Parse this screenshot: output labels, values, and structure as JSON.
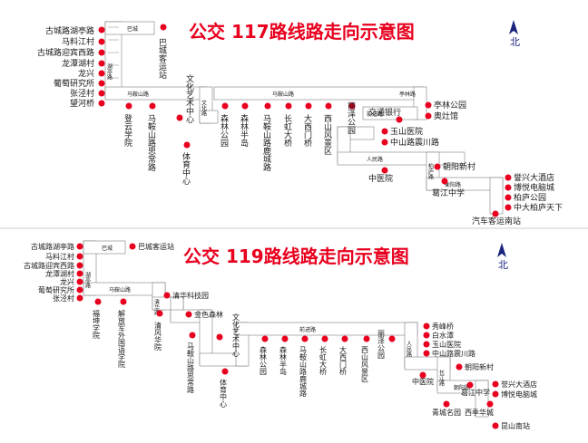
{
  "map117": {
    "title": "公交 117路线路走向示意图",
    "north": "北",
    "left_stops": [
      "古城路湖亭路",
      "马料江村",
      "古城路迎宾西路",
      "龙潭湖村",
      "龙兴",
      "葡萄研究所",
      "张泾村",
      "望河桥"
    ],
    "top_stop": "巴城客运站",
    "bottom_stops": [
      "登云学院",
      "马鞍山路思常路",
      "文化艺术中心",
      "体育中心",
      "森林公园",
      "森林半岛",
      "马鞍山路鹿城路",
      "长虹大桥",
      "大西门桥",
      "西山风景区",
      "丽泽公园"
    ],
    "right_stops": [
      "亭林公园",
      "奥灶馆",
      "交通银行",
      "玉山医院",
      "中山路震川路",
      "中医院",
      "朝阳新村",
      "葛江中学",
      "誉兴大酒店",
      "博悦电脑城",
      "柏庐公园",
      "中大柏庐天下",
      "汽车客运南站"
    ],
    "roads": [
      "湖亭路",
      "巴城",
      "马鞍山路",
      "马鞍山路",
      "文化路",
      "马鞍山路",
      "前进路",
      "人民路",
      "中山路",
      "亭林路",
      "柏庐路",
      "长江路",
      "衡阳路",
      "朝阳路"
    ]
  },
  "map119": {
    "title": "公交 119路线路走向示意图",
    "north": "北",
    "left_stops": [
      "古城路湖亭路",
      "马料江村",
      "古城路迎宾西路",
      "龙潭湖村",
      "龙兴",
      "葡萄研究所",
      "张泾村"
    ],
    "top_stop": "巴城客运站",
    "mid_stops": [
      "福坤学院",
      "解放军外国语学院",
      "清华科技园",
      "清风华院",
      "金色森林",
      "马鞍山路思常路",
      "文化艺术中心",
      "体育中心"
    ],
    "bottom_stops": [
      "森林公园",
      "森林半岛",
      "马鞍山路鹿城路",
      "长虹大桥",
      "大西门桥",
      "西山风景区",
      "丽泽公园"
    ],
    "right_stops": [
      "秀峰桥",
      "白水潭",
      "玉山医院",
      "中山路震川路",
      "朝阳新村",
      "中医院",
      "葛江中学",
      "誉兴大酒店",
      "博悦电脑城",
      "青城名园",
      "西季华城",
      "昆山南站"
    ],
    "roads": [
      "湖亭路",
      "巴城",
      "马鞍山路",
      "清华路",
      "马鞍山路",
      "前进路",
      "人民路",
      "中山路",
      "长江路",
      "朝阳路"
    ]
  }
}
